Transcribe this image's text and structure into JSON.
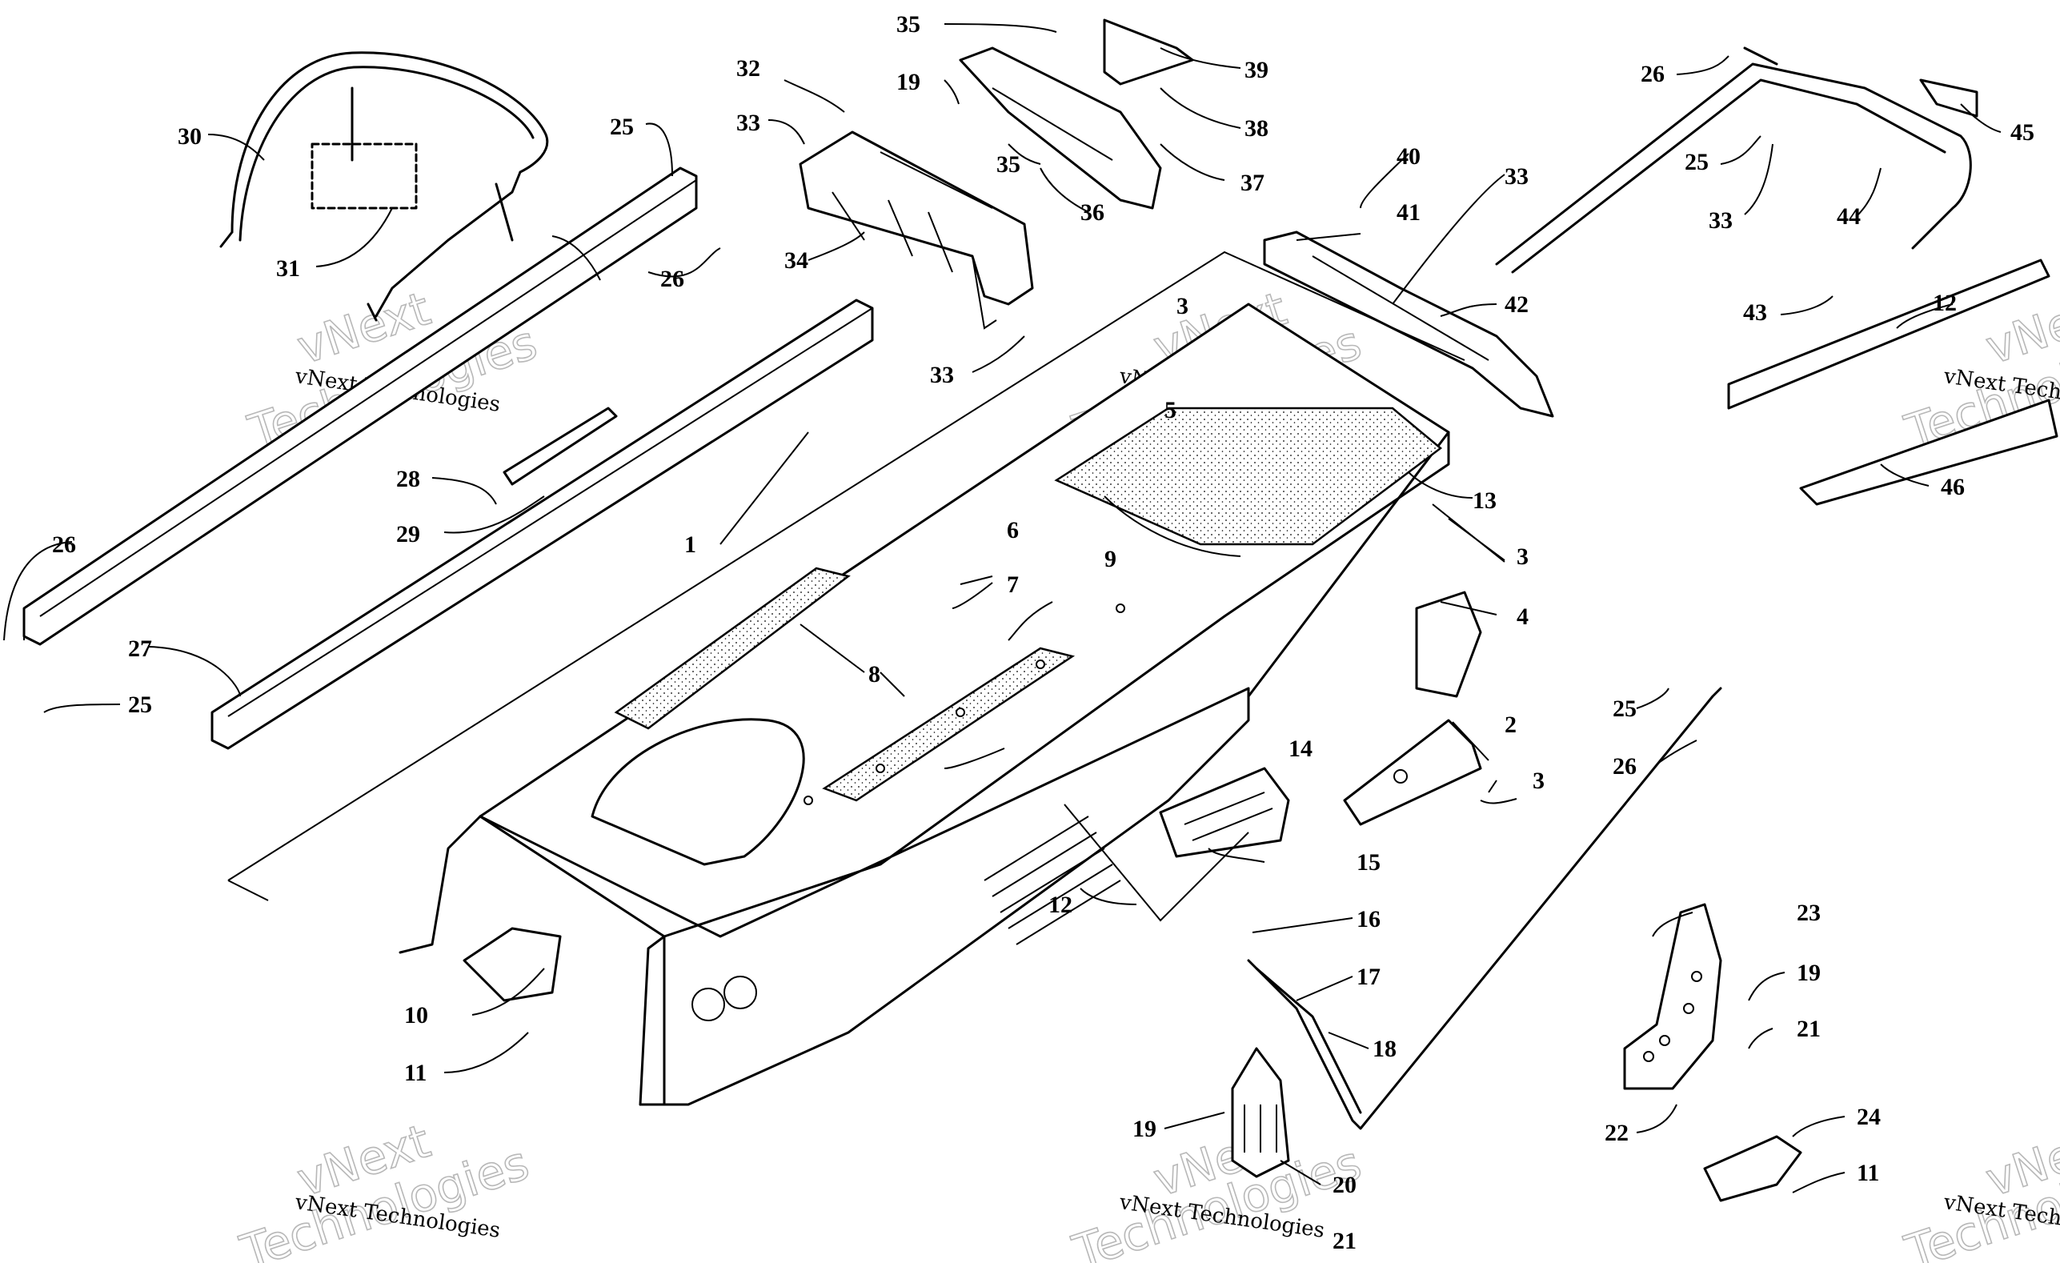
{
  "diagram": {
    "watermark_text": "vNext Technologies",
    "watermark_big_1": "vNext",
    "watermark_big_2": "Technologies",
    "callouts": {
      "c1": "1",
      "c2": "2",
      "c3a": "3",
      "c3b": "3",
      "c3c": "3",
      "c4": "4",
      "c5": "5",
      "c6": "6",
      "c7": "7",
      "c8": "8",
      "c9": "9",
      "c10": "10",
      "c11a": "11",
      "c11b": "11",
      "c12a": "12",
      "c12b": "12",
      "c13": "13",
      "c14": "14",
      "c15": "15",
      "c16": "16",
      "c17": "17",
      "c18": "18",
      "c19a": "19",
      "c19b": "19",
      "c19c": "19",
      "c20": "20",
      "c21a": "21",
      "c21b": "21",
      "c22": "22",
      "c23": "23",
      "c24": "24",
      "c25a": "25",
      "c25b": "25",
      "c25c": "25",
      "c25d": "25",
      "c26a": "26",
      "c26b": "26",
      "c26c": "26",
      "c26d": "26",
      "c27": "27",
      "c28": "28",
      "c29": "29",
      "c30": "30",
      "c31": "31",
      "c32": "32",
      "c33a": "33",
      "c33b": "33",
      "c33c": "33",
      "c33d": "33",
      "c34": "34",
      "c35a": "35",
      "c35b": "35",
      "c36": "36",
      "c37": "37",
      "c38": "38",
      "c39": "39",
      "c40": "40",
      "c41": "41",
      "c42": "42",
      "c43": "43",
      "c44": "44",
      "c45": "45",
      "c46": "46"
    }
  }
}
